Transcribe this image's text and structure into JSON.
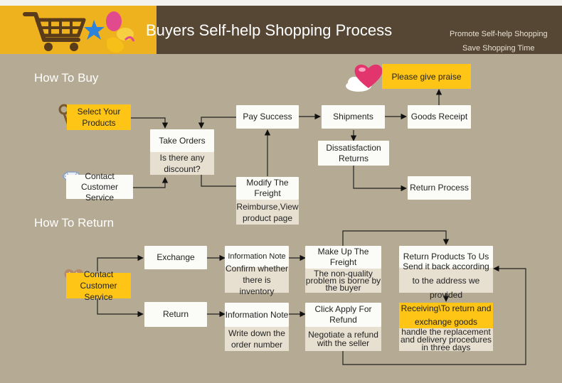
{
  "header": {
    "title": "Buyers Self-help Shopping Process",
    "promo_line1": "Promote Self-help Shopping",
    "promo_line2": "Save Shopping Time"
  },
  "buy": {
    "section_title": "How To Buy",
    "select_products": "Select Your Products",
    "contact": "Contact Customer Service",
    "take_orders": "Take Orders",
    "take_orders_note": "Is there any discount?",
    "pay_success": "Pay Success",
    "modify_freight": "Modify The Freight",
    "modify_note": "Reimburse,View product page",
    "shipments": "Shipments",
    "goods_receipt": "Goods Receipt",
    "praise": "Please give praise",
    "dissatisfaction": "Dissatisfaction Returns",
    "return_process": "Return Process"
  },
  "ret": {
    "section_title": "How To Return",
    "contact": "Contact Customer Service",
    "exchange": "Exchange",
    "return": "Return",
    "info_note_1": "Information Note",
    "confirm_inventory": "Confirm whether there is inventory",
    "info_note_2": "Information Note",
    "write_order": "Write down the order number",
    "make_up_freight": "Make Up The Freight",
    "non_quality": "The non-quality problem is borne by the buyer",
    "apply_refund": "Click Apply For Refund",
    "negotiate": "Negotiate a refund with the seller",
    "return_products": "Return Products To Us",
    "send_back": "Send it back according to the address we provided",
    "receiving": "Receiving\\To return and exchange goods",
    "handle": "handle the replacement and delivery procedures in three days"
  },
  "colors": {
    "background": "#b5aa93",
    "header": "#564735",
    "accent_yellow": "#ffc516",
    "box": "#fbfbf8",
    "note_box": "#e7e0d1"
  },
  "icons": [
    "shopping-cart-icon",
    "balloons-icon",
    "key-icon",
    "diamond-icon",
    "heart-icon",
    "cloud-icon",
    "gem-heart-icon"
  ]
}
